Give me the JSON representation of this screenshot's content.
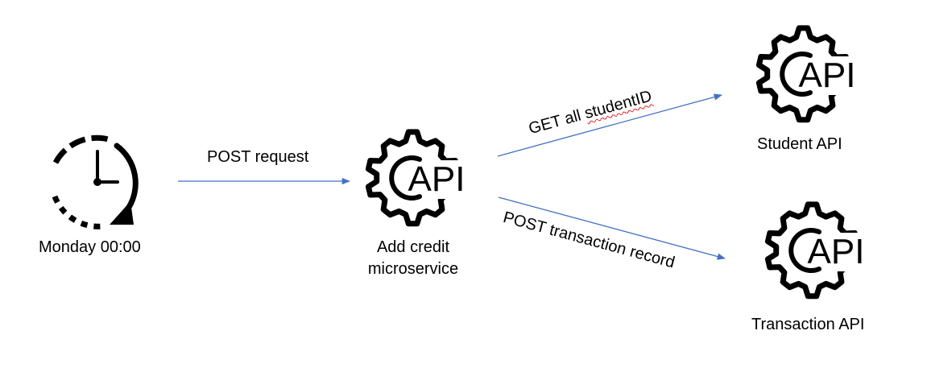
{
  "nodes": {
    "trigger": {
      "label": "Monday 00:00",
      "icon": "clock-icon"
    },
    "service": {
      "label_line1": "Add credit",
      "label_line2": "microservice",
      "icon": "api-gear-icon"
    },
    "student_api": {
      "label": "Student API",
      "icon": "api-gear-icon"
    },
    "transaction_api": {
      "label": "Transaction API",
      "icon": "api-gear-icon"
    }
  },
  "edges": {
    "post_request": {
      "label": "POST request"
    },
    "get_students": {
      "label_prefix": "GET all ",
      "label_flagged": "studentID"
    },
    "post_transaction": {
      "label": "POST transaction record"
    }
  },
  "colors": {
    "arrow": "#4472c4",
    "icon": "#000000",
    "spellcheck_underline": "#e02020"
  }
}
